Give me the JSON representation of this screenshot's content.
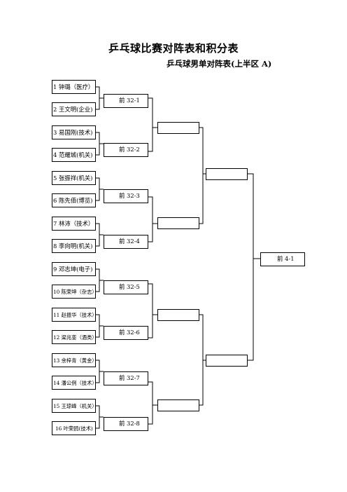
{
  "header": {
    "title": "乒乓球比赛对阵表和积分表",
    "subtitle": "乒乓球男单对阵表(上半区 A)"
  },
  "players": [
    {
      "label": "1 钟璐（医疗）"
    },
    {
      "label": "2 王文明(企业)"
    },
    {
      "label": "3 易国刚(技术)"
    },
    {
      "label": "4 范耀城(机关)"
    },
    {
      "label": "5 张振祥(机关)"
    },
    {
      "label": "6 陈先佰(博览)"
    },
    {
      "label": "7 林沛（技术）"
    },
    {
      "label": "8 李向明(机关)"
    },
    {
      "label": "9 邓志坤(电子)"
    },
    {
      "label": "10 陈荣坤（杂志）"
    },
    {
      "label": "11 赵振华（技术）"
    },
    {
      "label": "12 梁兆銮（酒类）"
    },
    {
      "label": "13 余梓青（黄金）"
    },
    {
      "label": "14 潘公例（技术）"
    },
    {
      "label": "15 王琼峰（机关）"
    },
    {
      "label": "16 叶荣鸥(技术)"
    }
  ],
  "round32": [
    {
      "label": "前 32-1"
    },
    {
      "label": "前 32-2"
    },
    {
      "label": "前 32-3"
    },
    {
      "label": "前 32-4"
    },
    {
      "label": "前 32-5"
    },
    {
      "label": "前 32-6"
    },
    {
      "label": "前 32-7"
    },
    {
      "label": "前 32-8"
    }
  ],
  "final_slot": {
    "label": "前 4-1"
  }
}
